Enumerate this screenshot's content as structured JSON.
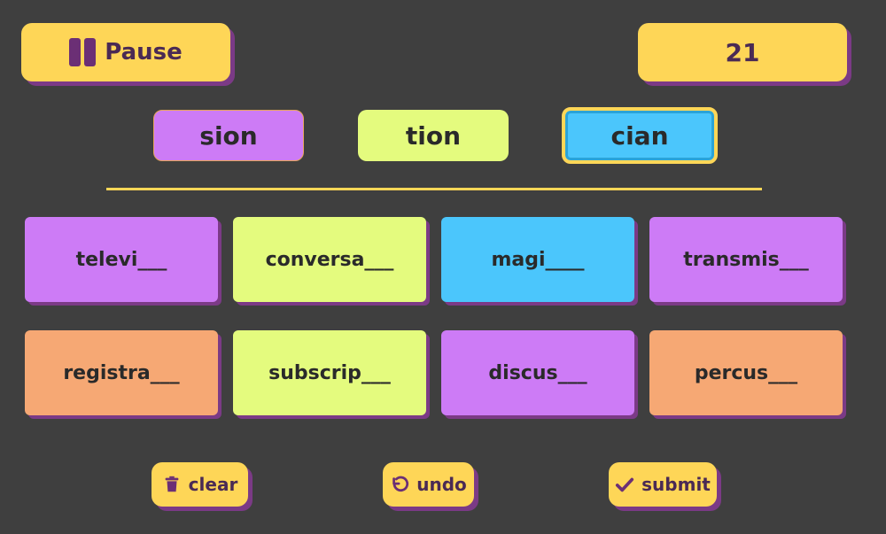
{
  "header": {
    "pause_label": "Pause",
    "score": "21"
  },
  "suffixes": [
    {
      "label": "sion",
      "color": "#cd7bf6"
    },
    {
      "label": "tion",
      "color": "#e4fb7e"
    },
    {
      "label": "cian",
      "color": "#4bc6fc",
      "selected": true
    }
  ],
  "cards": [
    {
      "text": "televi___",
      "color": "#cd7bf6"
    },
    {
      "text": "conversa___",
      "color": "#e4fb7e"
    },
    {
      "text": "magi____",
      "color": "#4bc6fc"
    },
    {
      "text": "transmis___",
      "color": "#cd7bf6"
    },
    {
      "text": "registra___",
      "color": "#f6a874"
    },
    {
      "text": "subscrip___",
      "color": "#e4fb7e"
    },
    {
      "text": "discus___",
      "color": "#cd7bf6"
    },
    {
      "text": "percus___",
      "color": "#f6a874"
    }
  ],
  "controls": {
    "clear_label": "clear",
    "undo_label": "undo",
    "submit_label": "submit"
  },
  "icons": {
    "pause": "pause-icon",
    "clear": "trash-icon",
    "undo": "undo-icon",
    "submit": "check-icon"
  },
  "colors": {
    "background": "#3f3f3f",
    "accent": "#fed657",
    "shadow": "#7b3a86",
    "text": "#4a2a54"
  }
}
